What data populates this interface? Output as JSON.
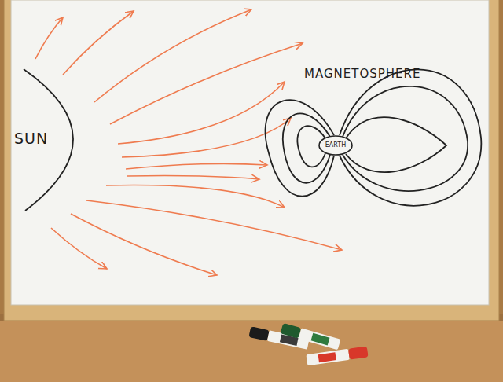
{
  "diagram": {
    "nodes": [
      {
        "text": [
          "SUN"
        ]
      },
      {
        "text": [
          "MAGNETOSPHERE"
        ]
      },
      {
        "text": [
          "EARTH"
        ],
        "in": 1
      }
    ]
  }
}
